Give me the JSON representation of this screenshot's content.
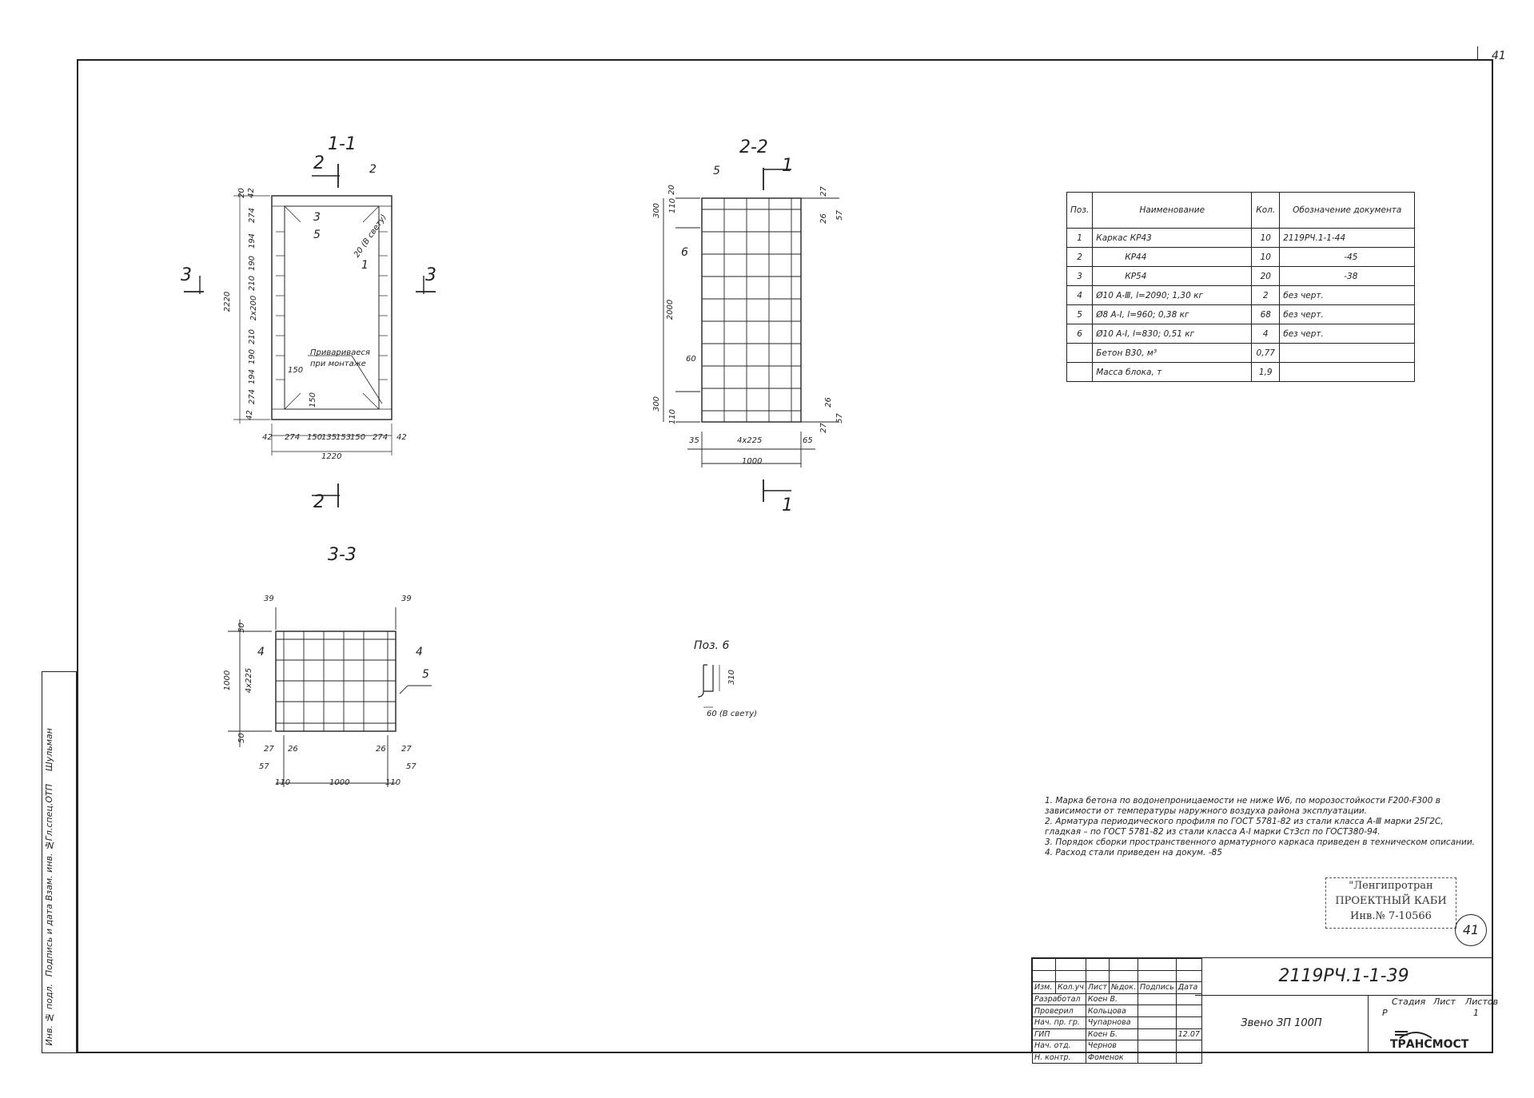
{
  "sheet_number": "41",
  "section_titles": {
    "s11": "1-1",
    "s22": "2-2",
    "s33": "3-3",
    "poz6": "Поз. 6"
  },
  "section_marks": {
    "two": "2",
    "one": "1",
    "three": "3"
  },
  "pos_labels": {
    "p1": "1",
    "p2": "2",
    "p3": "3",
    "p4": "4",
    "p5": "5",
    "p6": "6"
  },
  "s11": {
    "note_clear": "20 (В свету)",
    "weld_note_1": "Привариваеся",
    "weld_note_2": "при монтаже",
    "dims_left": [
      "20",
      "42",
      "274",
      "194",
      "190",
      "210",
      "2х200",
      "210",
      "190",
      "194",
      "274",
      "42"
    ],
    "dim_total_v": "2220",
    "dims_bottom": [
      "42",
      "274",
      "150",
      "135",
      "153",
      "150",
      "274",
      "42"
    ],
    "dim_total_h": "1220",
    "dim_150_a": "150",
    "dim_150_b": "150"
  },
  "s22": {
    "dims_left": [
      "20",
      "110",
      "300",
      "2000",
      "300",
      "110"
    ],
    "dim_60": "60",
    "dims_right": [
      "27",
      "26",
      "57",
      "26",
      "27",
      "57"
    ],
    "dims_bottom": [
      "35",
      "4х225",
      "65"
    ],
    "dim_total_h": "1000"
  },
  "s33": {
    "dims_top": [
      "39",
      "39"
    ],
    "dims_left": [
      "50",
      "1000",
      "4х225",
      "50"
    ],
    "dims_bottom": [
      "27",
      "26",
      "26",
      "27",
      "57",
      "57",
      "110",
      "1000",
      "110"
    ]
  },
  "poz6": {
    "dim_h": "310",
    "dim_w": "60 (В свету)"
  },
  "spec_table": {
    "headers": [
      "Поз.",
      "Наименование",
      "Кол.",
      "Обозначение документа"
    ],
    "rows": [
      [
        "1",
        "Каркас КР43",
        "10",
        "2119РЧ.1-1-44"
      ],
      [
        "2",
        "КР44",
        "10",
        "-45"
      ],
      [
        "3",
        "КР54",
        "20",
        "-38"
      ],
      [
        "4",
        "Ø10 А-Ⅲ, l=2090; 1,30 кг",
        "2",
        "без черт."
      ],
      [
        "5",
        "Ø8 А-I, l=960; 0,38 кг",
        "68",
        "без черт."
      ],
      [
        "6",
        "Ø10 А-I, l=830; 0,51 кг",
        "4",
        "без черт."
      ],
      [
        "",
        "Бетон В30, м³",
        "0,77",
        ""
      ],
      [
        "",
        "Масса блока, т",
        "1,9",
        ""
      ]
    ]
  },
  "notes": [
    "1. Марка бетона по водонепроницаемости не ниже W6, по морозостойкости F200-F300 в зависимости от температуры наружного воздуха района эксплуатации.",
    "2. Арматура периодического профиля по ГОСТ 5781-82 из стали класса А-Ⅲ марки 25Г2С, гладкая – по ГОСТ 5781-82 из стали класса А-I марки Ст3сп по ГОСТ380-94.",
    "3. Порядок сборки пространственного арматурного каркаса приведен в техническом описании.",
    "4. Расход стали приведен на докум. -85"
  ],
  "stamp": {
    "line1": "\"Ленгипротран",
    "line2": "ПРОЕКТНЫЙ КАБИ",
    "line3": "Инв.№ 7-10566"
  },
  "circled_number": "41",
  "title_block": {
    "header": [
      "Изм.",
      "Кол.уч",
      "Лист",
      "№док.",
      "Подпись",
      "Дата"
    ],
    "roles": [
      [
        "Разработал",
        "Коен В.",
        ""
      ],
      [
        "Проверил",
        "Кольцова",
        ""
      ],
      [
        "Нач. пр. гр.",
        "Чупарнова",
        ""
      ],
      [
        "ГИП",
        "Коен Б.",
        "12.07"
      ],
      [
        "Нач. отд.",
        "Чернов",
        ""
      ],
      [
        "Н. контр.",
        "Фоменок",
        ""
      ]
    ],
    "doc_number": "2119РЧ.1-1-39",
    "doc_name": "Звено ЗП 100П",
    "stage_hdr": "Стадия",
    "sheet_hdr": "Лист",
    "sheets_hdr": "Листов",
    "stage": "Р",
    "sheets": "1",
    "logo": "ТРАНСМОСТ"
  },
  "side_strip": {
    "fields": [
      "Инв. № подл.",
      "Подпись и дата",
      "Взам. инв. №",
      "Гл.спец.ОТП",
      "Шульман"
    ]
  }
}
